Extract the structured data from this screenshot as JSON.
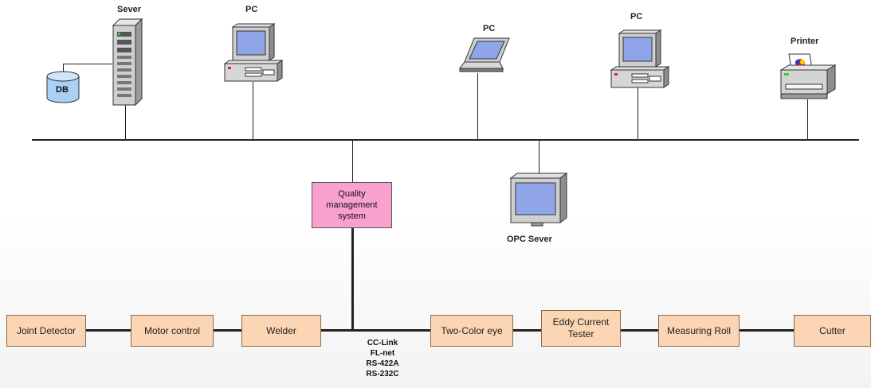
{
  "devices": {
    "server_label": "Sever",
    "db_label": "DB",
    "pc1_label": "PC",
    "laptop_label": "PC",
    "pc2_label": "PC",
    "printer_label": "Printer",
    "opc_label": "OPC Sever"
  },
  "qms_label": "Quality management system",
  "bus_protocols": [
    "CC-Link",
    "FL-net",
    "RS-422A",
    "RS-232C"
  ],
  "process": [
    "Joint Detector",
    "Motor control",
    "Welder",
    "Two-Color eye",
    "Eddy Current Tester",
    "Measuring Roll",
    "Cutter"
  ],
  "colors": {
    "process_fill": "#fcd5b4",
    "qms_fill": "#f9a0cf",
    "db_fill": "#a9d0f5"
  }
}
